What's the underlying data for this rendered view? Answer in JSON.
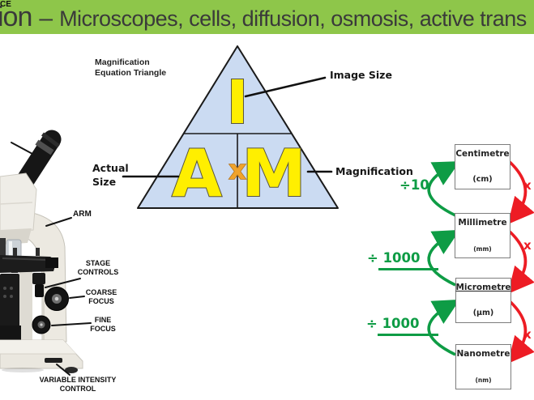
{
  "header": {
    "title_start": "ion",
    "dash": "–",
    "title_rest": "Microscopes, cells, diffusion, osmosis, active trans"
  },
  "colors": {
    "header_green": "#8ec64a",
    "triangle_fill": "#cbdbf2",
    "letter_yellow": "#ffef00",
    "operator_orange": "#f0a32b",
    "divide_green": "#0e9c45",
    "multiply_red": "#ed1c24"
  },
  "triangle": {
    "heading": "Magnification\nEquation Triangle",
    "image_size_letter": "I",
    "actual_size_letter": "A",
    "operator": "x",
    "magnification_letter": "M",
    "image_size_label": "Image Size",
    "actual_size_label": "Actual\nSize",
    "magnification_label": "Magnification"
  },
  "microscope": {
    "eyepiece_label": "CE",
    "arm_label": "ARM",
    "stage_controls_label": "STAGE\nCONTROLS",
    "coarse_focus_label": "COARSE\nFOCUS",
    "fine_focus_label": "FINE\nFOCUS",
    "intensity_label": "VARIABLE INTENSITY\nCONTROL"
  },
  "conversion": {
    "boxes": [
      {
        "name": "Centimetre",
        "unit": "(cm)"
      },
      {
        "name": "Millimetre",
        "unit": "(mm)"
      },
      {
        "name": "Micrometre",
        "unit": "(μm)"
      },
      {
        "name": "Nanometre",
        "unit": "(nm)"
      }
    ],
    "divide_labels": [
      "÷10",
      "÷ 1000",
      "÷ 1000"
    ],
    "multiply_labels": [
      "x",
      "x",
      "x"
    ]
  }
}
